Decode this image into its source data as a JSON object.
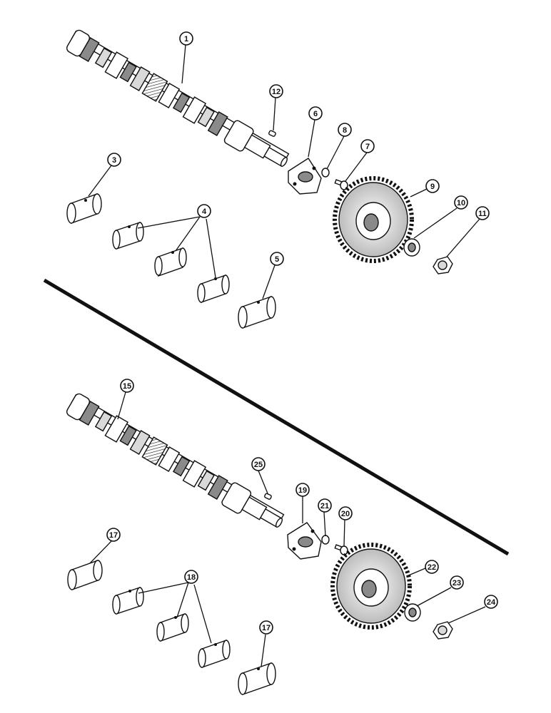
{
  "colors": {
    "ink": "#111111",
    "paper": "#ffffff",
    "shade": "#8a8a8a",
    "light": "#d9d9d9"
  },
  "callouts": {
    "c1": "1",
    "c3": "3",
    "c4": "4",
    "c5": "5",
    "c6": "6",
    "c7": "7",
    "c8": "8",
    "c9": "9",
    "c10": "10",
    "c11": "11",
    "c12": "12",
    "c15": "15",
    "c17a": "17",
    "c17b": "17",
    "c18": "18",
    "c19": "19",
    "c20": "20",
    "c21": "21",
    "c22": "22",
    "c23": "23",
    "c24": "24",
    "c25": "25"
  }
}
